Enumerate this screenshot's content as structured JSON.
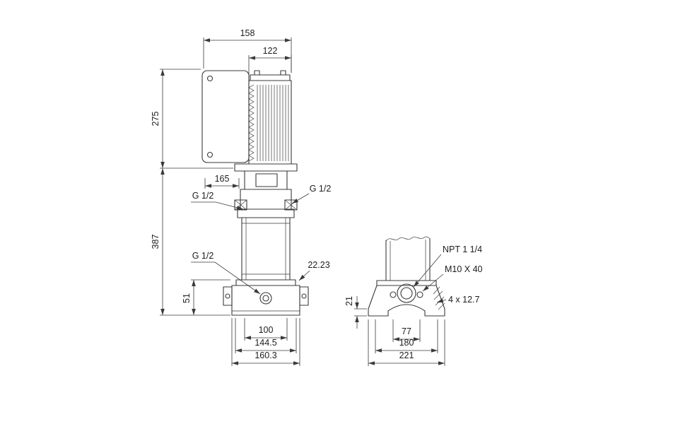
{
  "drawing": {
    "line_color": "#3a3a3a",
    "text_color": "#1d1d1d",
    "background": "#ffffff"
  },
  "front_view": {
    "dim_depth_total": "158",
    "dim_motor_diameter": "122",
    "dim_motor_height": "275",
    "dim_head_width": "165",
    "dim_pump_height": "387",
    "dim_base_height": "51",
    "dim_bolt_spacing": "100",
    "dim_base_mid": "144.5",
    "dim_base_width": "160.3",
    "dim_port_bore": "22.23",
    "label_port_left": "G 1/2",
    "label_port_right": "G 1/2",
    "label_port_drain": "G 1/2"
  },
  "end_view": {
    "label_thread": "NPT 1 1/4",
    "label_bolt": "M10 X 40",
    "dim_foot_height": "21",
    "label_slot": "4 x 12.7",
    "dim_bolt_spacing": "77",
    "dim_slot_spacing": "180",
    "dim_base_width": "221"
  }
}
